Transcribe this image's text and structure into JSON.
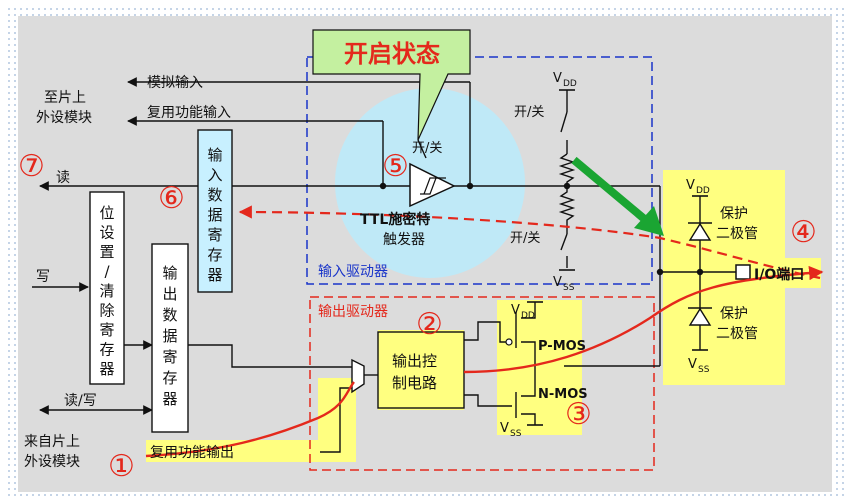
{
  "labels": {
    "state_open": "开启状态",
    "analog_in": "模拟输入",
    "alt_in": "复用功能输入",
    "to_chip_l1": "至片上",
    "to_chip_l2": "外设模块",
    "read": "读",
    "write": "写",
    "rw": "读/写",
    "from_chip_l1": "来自片上",
    "from_chip_l2": "外设模块",
    "alt_out": "复用功能输出",
    "bsrr": [
      "位",
      "设",
      "置",
      "/",
      "清",
      "除",
      "寄",
      "存",
      "器"
    ],
    "odr": [
      "输",
      "出",
      "数",
      "据",
      "寄",
      "存",
      "器"
    ],
    "idr": [
      "输",
      "入",
      "数",
      "据",
      "寄",
      "存",
      "器"
    ],
    "switch_top": "开/关",
    "switch_right_top": "开/关",
    "switch_right_bottom": "开/关",
    "schmitt_l1": "TTL施密特",
    "schmitt_l2": "触发器",
    "in_driver": "输入驱动器",
    "out_driver": "输出驱动器",
    "ctrl_l1": "输出控",
    "ctrl_l2": "制电路",
    "pmos": "P-MOS",
    "nmos": "N-MOS",
    "vdd": "V",
    "vdd_sub": "DD",
    "vss": "V",
    "vss_sub": "SS",
    "prot_top_l1": "保护",
    "prot_top_l2": "二极管",
    "prot_bot_l1": "保护",
    "prot_bot_l2": "二极管",
    "io_port": "I/O端口"
  },
  "markers": [
    "①",
    "②",
    "③",
    "④",
    "⑤",
    "⑥",
    "⑦"
  ],
  "colors": {
    "highlight": "#ffff80",
    "input_reg": "#c8f0ff",
    "circle": "#bfe9f7",
    "callout": "#c4f0a0",
    "red": "#e4281c",
    "blue": "#1a35c9",
    "green": "#1aa532",
    "panel": "#dcdcdc"
  }
}
